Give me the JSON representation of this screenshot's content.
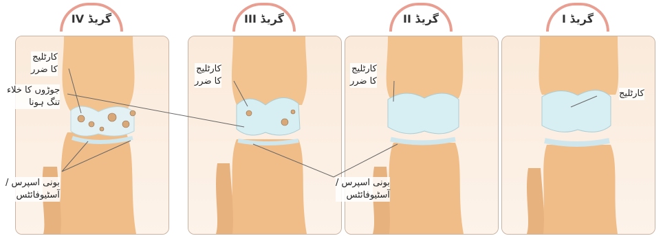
{
  "grades": [
    {
      "title": "گریڈ IV"
    },
    {
      "title": "گریڈ III"
    },
    {
      "title": "گریڈ II"
    },
    {
      "title": "گریڈ I"
    }
  ],
  "labels": {
    "cartilage": "کارٹلیج",
    "cartilage_damage_g4": [
      "کارٹلیج",
      "کا ضرر"
    ],
    "joint_space_narrowing": [
      "جوڑوں کا خلاء",
      "تنگ ہونا"
    ],
    "bone_spurs_g4": [
      "بونی اسپرس /",
      "آسٹیوفائٹس"
    ],
    "cartilage_damage_g3": [
      "کارٹلیج",
      "کا ضرر"
    ],
    "cartilage_damage_g2": [
      "کارٹلیج",
      "کا ضرر"
    ],
    "bone_spurs_center": [
      "بونی اسپرس /",
      "آسٹیوفائٹس"
    ]
  },
  "colors": {
    "tab_border": "#e89f92",
    "panel_border": "#c9b2a2",
    "bone": "#f2c38f",
    "cartilage": "#d7eef2",
    "leader_line": "#666666"
  }
}
